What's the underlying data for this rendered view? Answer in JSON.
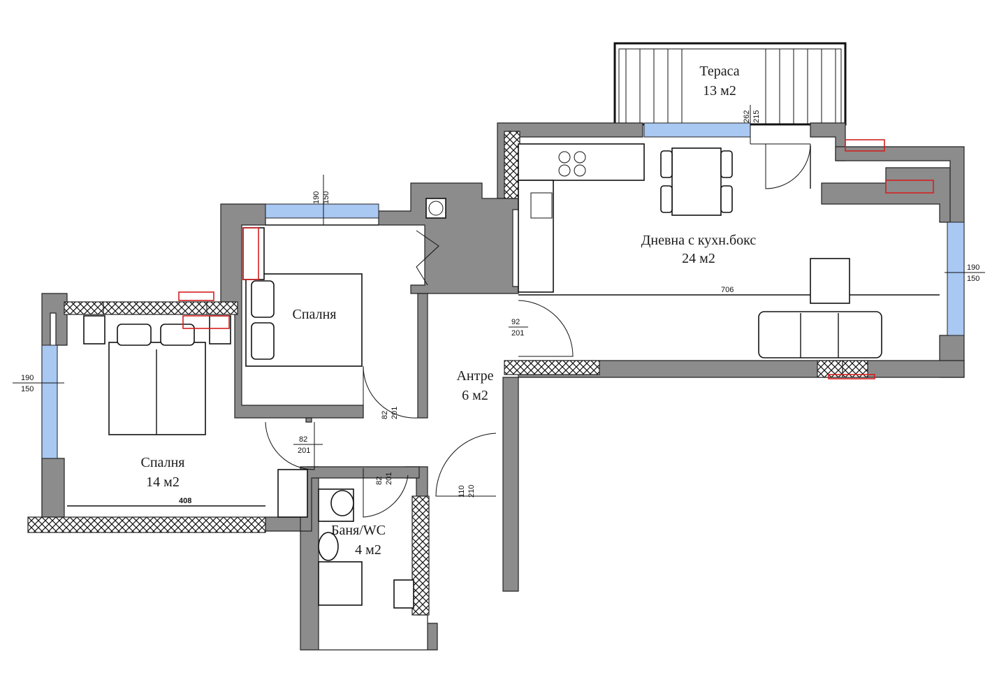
{
  "rooms": {
    "terrace": {
      "name": "Тераса",
      "area": "13 м2"
    },
    "living": {
      "name": "Дневна с кухн.бокс",
      "area": "24 м2"
    },
    "bedroom_small": {
      "name": "Спалня"
    },
    "bedroom_large": {
      "name": "Спалня",
      "area": "14 м2"
    },
    "hall": {
      "name": "Антре",
      "area": "6 м2"
    },
    "bath": {
      "name": "Баня/WC",
      "area": "4 м2"
    }
  },
  "dimensions": {
    "terrace_door": [
      "262",
      "215"
    ],
    "bedroom_window": [
      "190",
      "150"
    ],
    "living_window": [
      "190",
      "150"
    ],
    "left_window": [
      "190",
      "150"
    ],
    "living_length": "706",
    "bedroom_length": "408",
    "kitchen_door": [
      "92",
      "201"
    ],
    "bedroom_door": [
      "82",
      "201"
    ],
    "big_bedroom_door": [
      "82",
      "201"
    ],
    "bath_door": [
      "82",
      "201"
    ],
    "entrance_door": [
      "110",
      "210"
    ]
  },
  "colors": {
    "wall": "#8c8c8c",
    "glass": "#a9c8f2",
    "accent": "#d32020"
  }
}
